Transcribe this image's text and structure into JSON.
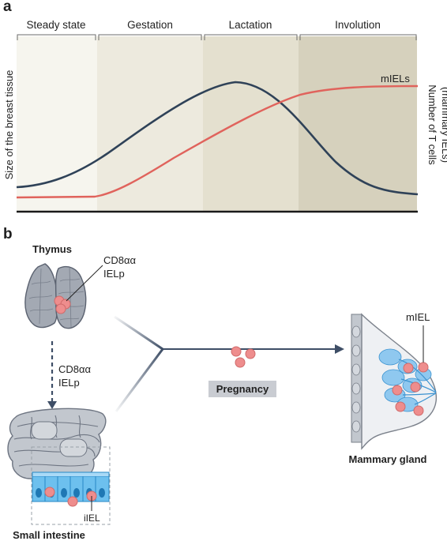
{
  "panel_a": {
    "letter": "a",
    "phases": [
      "Steady state",
      "Gestation",
      "Lactation",
      "Involution"
    ],
    "phase_colors": [
      "#f6f5ee",
      "#edeade",
      "#e4e0cf",
      "#d6d1bd"
    ],
    "y_left_label": "Size of the breast tissue",
    "y_right_label_line1": "Number of T cells",
    "y_right_label_line2": "(mammary IELs)",
    "series_label": "mIELs",
    "colors": {
      "tissue_curve": "#2f4258",
      "tcell_curve": "#e0635c",
      "axis": "#1a1a1a"
    }
  },
  "panel_b": {
    "letter": "b",
    "thymus_label": "Thymus",
    "cell_label_line1": "CD8αα",
    "cell_label_line2": "IELp",
    "migrating_label_line1": "CD8αα",
    "migrating_label_line2": "IELp",
    "pregnancy_label": "Pregnancy",
    "intestine_label": "Small intestine",
    "iiel_label": "iIEL",
    "mammary_label": "Mammary gland",
    "miel_label": "mIEL",
    "colors": {
      "cell": "#ee8d8d",
      "cell_edge": "#d06a6a",
      "organ_grey": "#8f95a0",
      "epithelium": "#3aa3e0",
      "arrow": "#3e4e66",
      "badge": "#c9ccd2"
    }
  }
}
